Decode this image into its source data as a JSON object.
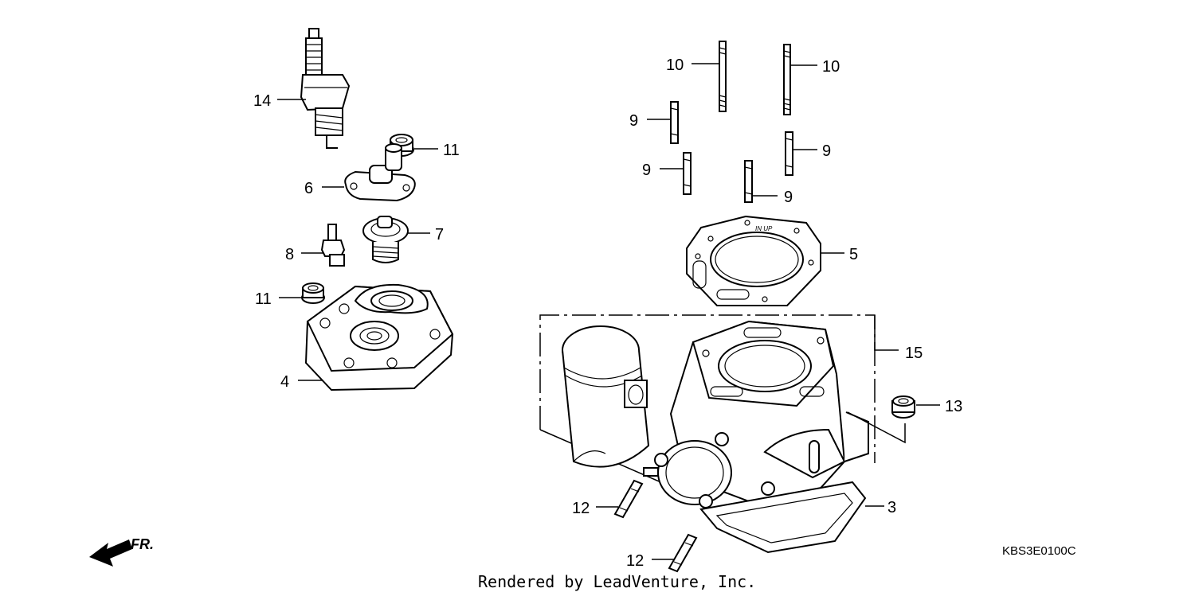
{
  "callouts": {
    "c14": "14",
    "c11a": "11",
    "c6": "6",
    "c7": "7",
    "c8": "8",
    "c11b": "11",
    "c4": "4",
    "c10a": "10",
    "c10b": "10",
    "c9a": "9",
    "c9b": "9",
    "c9c": "9",
    "c9d": "9",
    "c5": "5",
    "c15": "15",
    "c13": "13",
    "c3": "3",
    "c12a": "12",
    "c12b": "12"
  },
  "gasket_text": "IN UP",
  "diagram_code": "KBS3E0100C",
  "direction_label": "FR.",
  "credit": "Rendered by LeadVenture, Inc."
}
